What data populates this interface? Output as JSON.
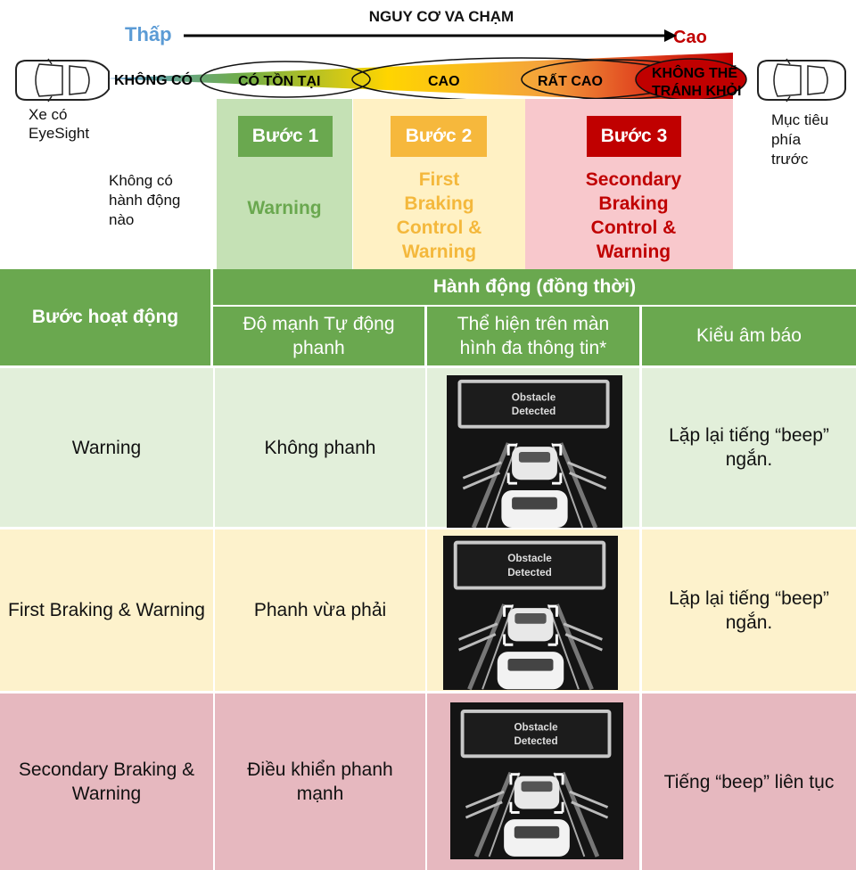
{
  "risk_scale": {
    "title": "NGUY CƠ VA CHẠM",
    "low_label": "Thấp",
    "high_label": "Cao",
    "levels": [
      "KHÔNG CÓ",
      "CÓ TỒN TẠI",
      "CAO",
      "RẤT CAO",
      "KHÔNG THỂ TRÁNH KHỎI"
    ],
    "level_last_line1": "KHÔNG THỂ",
    "level_last_line2": "TRÁNH KHỎI"
  },
  "labels": {
    "own_car_line1": "Xe có",
    "own_car_line2": "EyeSight",
    "target_line1": "Mục tiêu",
    "target_line2": "phía",
    "target_line3": "trước",
    "no_action_line1": "Không có",
    "no_action_line2": "hành động",
    "no_action_line3": "nào"
  },
  "steps": [
    {
      "badge": "Bước 1",
      "line1": "Warning",
      "line2": "",
      "line3": "",
      "line4": ""
    },
    {
      "badge": "Bước 2",
      "line1": "First",
      "line2": "Braking",
      "line3": "Control &",
      "line4": "Warning"
    },
    {
      "badge": "Bước 3",
      "line1": "Secondary",
      "line2": "Braking",
      "line3": "Control &",
      "line4": "Warning"
    }
  ],
  "table": {
    "header_step": "Bước hoạt động",
    "header_actions": "Hành động (đồng thời)",
    "col_braking": "Độ mạnh Tự động phanh",
    "col_display": "Thể hiện trên màn hình đa thông tin*",
    "col_sound": "Kiểu âm báo",
    "rows": [
      {
        "step": "Warning",
        "braking": "Không phanh",
        "screen_line1": "Obstacle",
        "screen_line2": "Detected",
        "sound": "Lặp lại tiếng “beep” ngắn."
      },
      {
        "step": "First Braking & Warning",
        "braking": "Phanh vừa phải",
        "screen_line1": "Obstacle",
        "screen_line2": "Detected",
        "sound": "Lặp lại tiếng “beep” ngắn."
      },
      {
        "step": "Secondary Braking & Warning",
        "braking": "Điều khiển phanh mạnh",
        "screen_line1": "Obstacle",
        "screen_line2": "Detected",
        "sound": "Tiếng “beep” liên tục"
      }
    ]
  },
  "colors": {
    "green": "#6aa84f",
    "yellow": "#f6b83c",
    "red": "#c00000",
    "blue": "#5b9bd5"
  }
}
